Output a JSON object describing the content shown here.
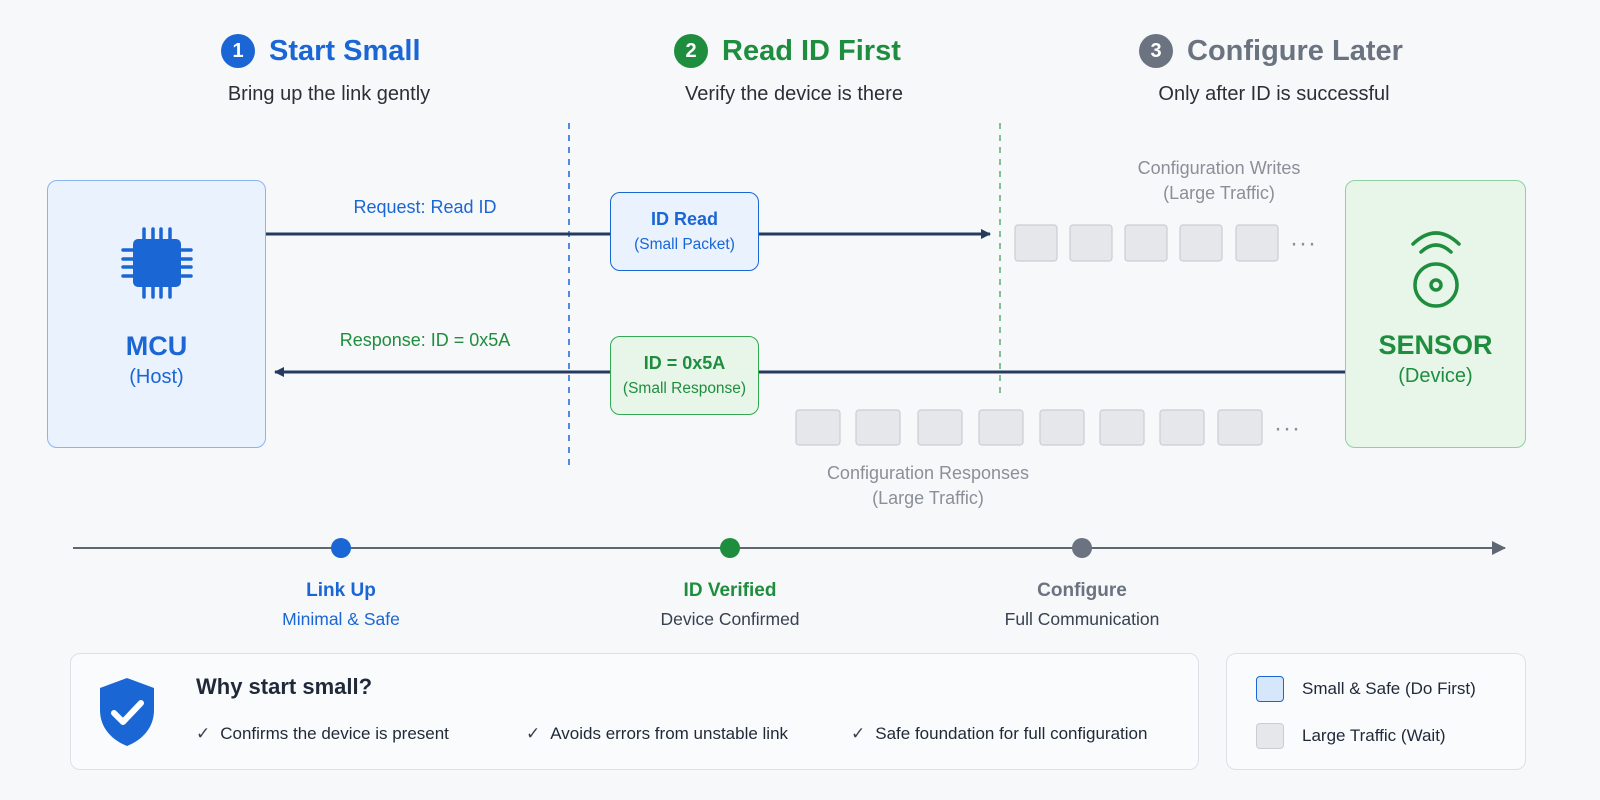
{
  "colors": {
    "blue": "#1a66d4",
    "green": "#1e8e3e",
    "gray": "#6b7280",
    "navy": "#243a5e",
    "blue_fill": "#eaf2fd",
    "green_fill": "#e8f5e9",
    "packet_fill": "#e5e7eb"
  },
  "steps": [
    {
      "num": "1",
      "title": "Start Small",
      "subtitle": "Bring up the link gently",
      "color": "#1a66d4"
    },
    {
      "num": "2",
      "title": "Read ID First",
      "subtitle": "Verify the device is there",
      "color": "#1e8e3e"
    },
    {
      "num": "3",
      "title": "Configure Later",
      "subtitle": "Only after ID is successful",
      "color": "#6b7280"
    }
  ],
  "host": {
    "name": "MCU",
    "role": "(Host)",
    "icon": "chip-icon"
  },
  "device": {
    "name": "SENSOR",
    "role": "(Device)",
    "icon": "wireless-sensor-icon"
  },
  "request": {
    "label": "Request: Read ID",
    "packet_title": "ID Read",
    "packet_sub": "(Small Packet)"
  },
  "response": {
    "label": "Response: ID = 0x5A",
    "packet_title": "ID = 0x5A",
    "packet_sub": "(Small Response)"
  },
  "config_writes": {
    "line1": "Configuration Writes",
    "line2": "(Large Traffic)",
    "ellipsis": "···"
  },
  "config_responses": {
    "line1": "Configuration Responses",
    "line2": "(Large Traffic)",
    "ellipsis": "···"
  },
  "timeline": [
    {
      "title": "Link Up",
      "subtitle": "Minimal & Safe",
      "color": "#1a66d4"
    },
    {
      "title": "ID Verified",
      "subtitle": "Device Confirmed",
      "color": "#1e8e3e"
    },
    {
      "title": "Configure",
      "subtitle": "Full Communication",
      "color": "#6b7280"
    }
  ],
  "why": {
    "title": "Why start small?",
    "icon": "shield-check-icon",
    "points": [
      "Confirms the device is present",
      "Avoids errors from unstable link",
      "Safe foundation for full configuration"
    ]
  },
  "legend": [
    {
      "label": "Small & Safe (Do First)"
    },
    {
      "label": "Large Traffic (Wait)"
    }
  ]
}
